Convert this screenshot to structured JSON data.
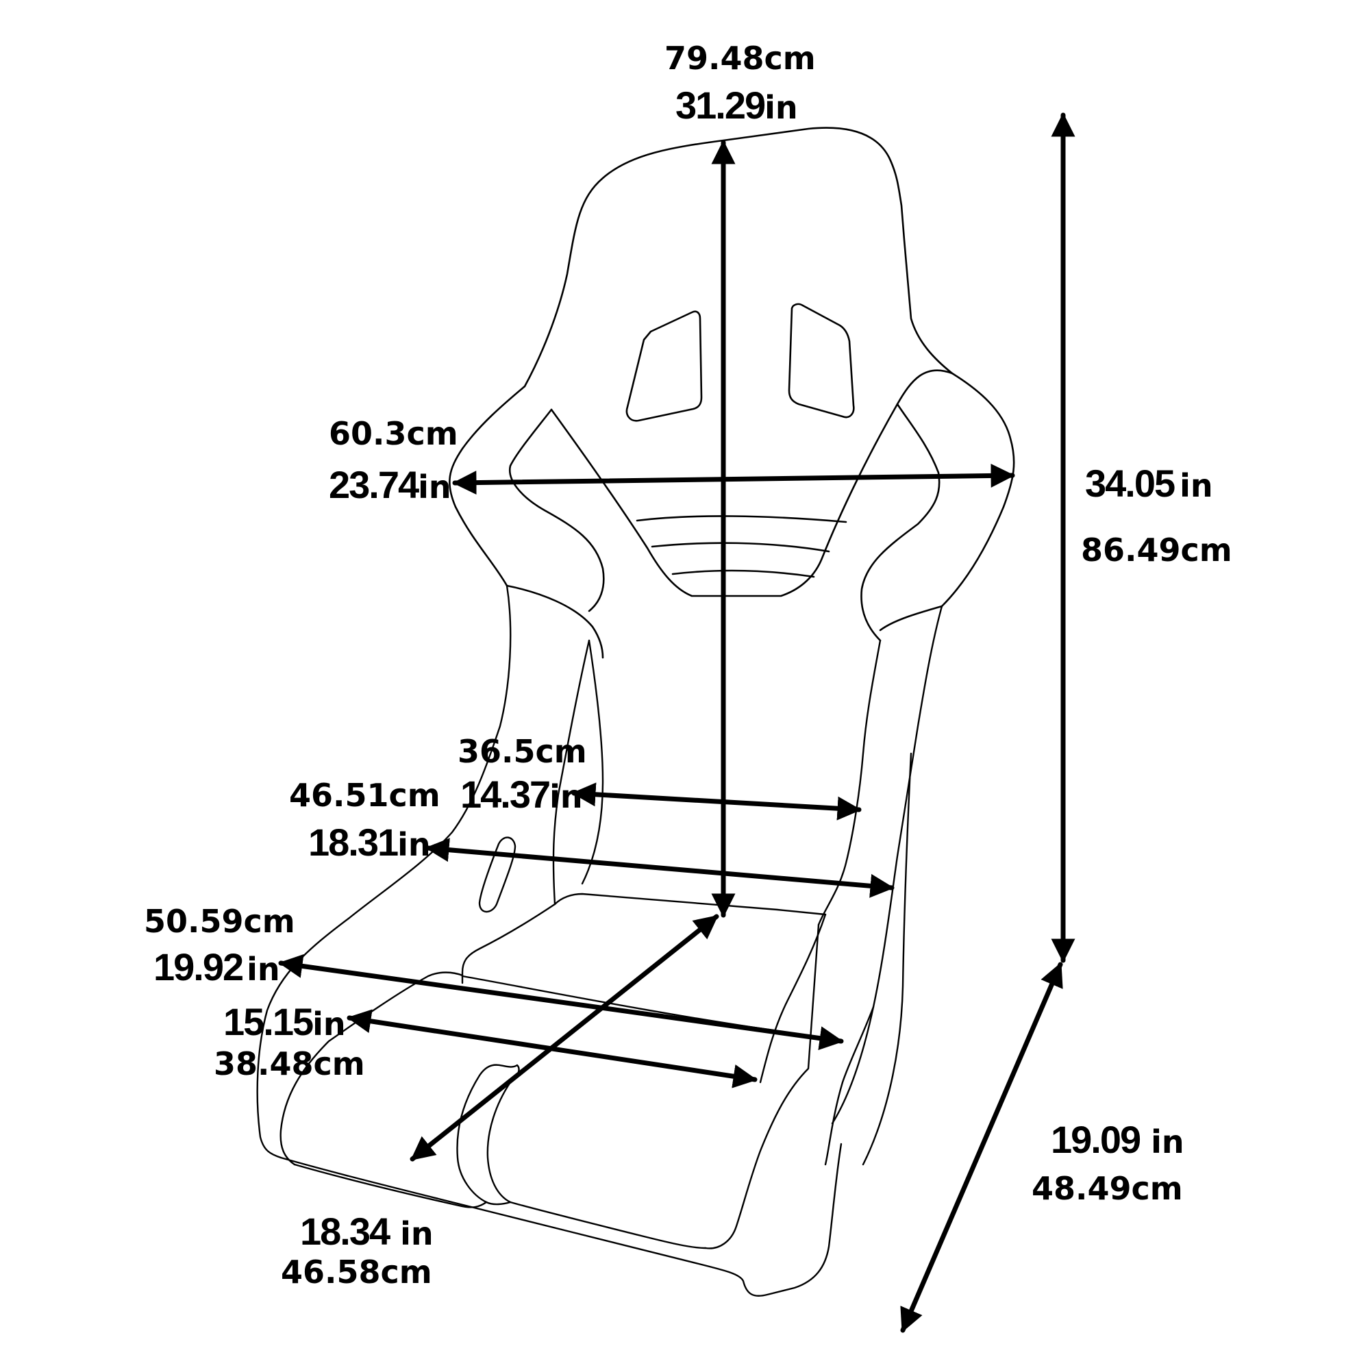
{
  "diagram": {
    "subject": "Bucket racing seat dimension drawing",
    "line_color": "#000000",
    "background": "#ffffff"
  },
  "dimensions": {
    "backrest_height": {
      "cm": "79.48cm",
      "in_value": "31.29",
      "in_unit": "in"
    },
    "shoulder_width": {
      "cm": "60.3cm",
      "in_value": "23.74",
      "in_unit": "in"
    },
    "overall_height": {
      "in_value": "34.05",
      "in_unit": "in",
      "cm": "86.49cm"
    },
    "inner_back_width": {
      "cm": "36.5cm",
      "in_value": "14.37",
      "in_unit": "in"
    },
    "hip_width": {
      "cm": "46.51cm",
      "in_value": "18.31",
      "in_unit": "in"
    },
    "seat_outer_width": {
      "cm": "50.59cm",
      "in_value": "19.92",
      "in_unit": "in"
    },
    "seat_inner_width": {
      "in_value": "15.15",
      "in_unit": "in",
      "cm": "38.48cm"
    },
    "overall_depth": {
      "in_value": "19.09",
      "in_unit": " in",
      "cm": "48.49cm"
    },
    "seat_depth": {
      "in_value": "18.34",
      "in_unit": " in",
      "cm": "46.58cm"
    }
  }
}
